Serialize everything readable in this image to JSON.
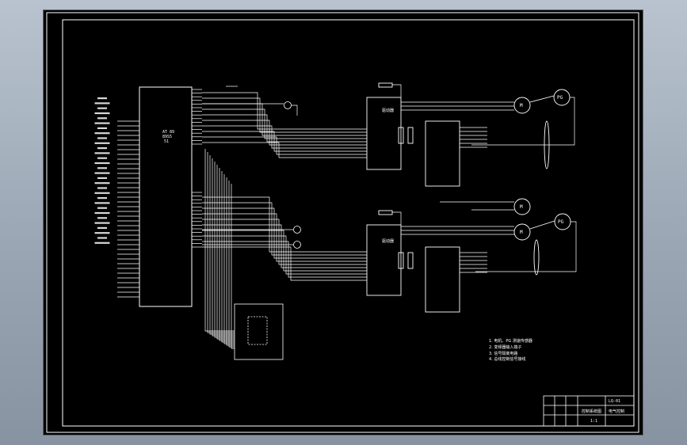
{
  "drawing": {
    "mcu_title": "AT 89",
    "mcu_sub_a": "89S5",
    "mcu_sub_b": "51",
    "motor_label": "M",
    "encoder_label": "PG",
    "inverter_top_label": "驱动器",
    "inverter_bottom_label": "驱动器"
  },
  "notes": {
    "line1": "1. 电机、PG 测速传感器",
    "line2": "2. 变频器输入端子",
    "line3": "3. 信号隔离电路",
    "line4": "4. 总线控制信号接线"
  },
  "title_block": {
    "drawing_name": "控制系统图",
    "drawing_no": "LQ-01",
    "school": "电气控制",
    "scale": "1:1"
  }
}
